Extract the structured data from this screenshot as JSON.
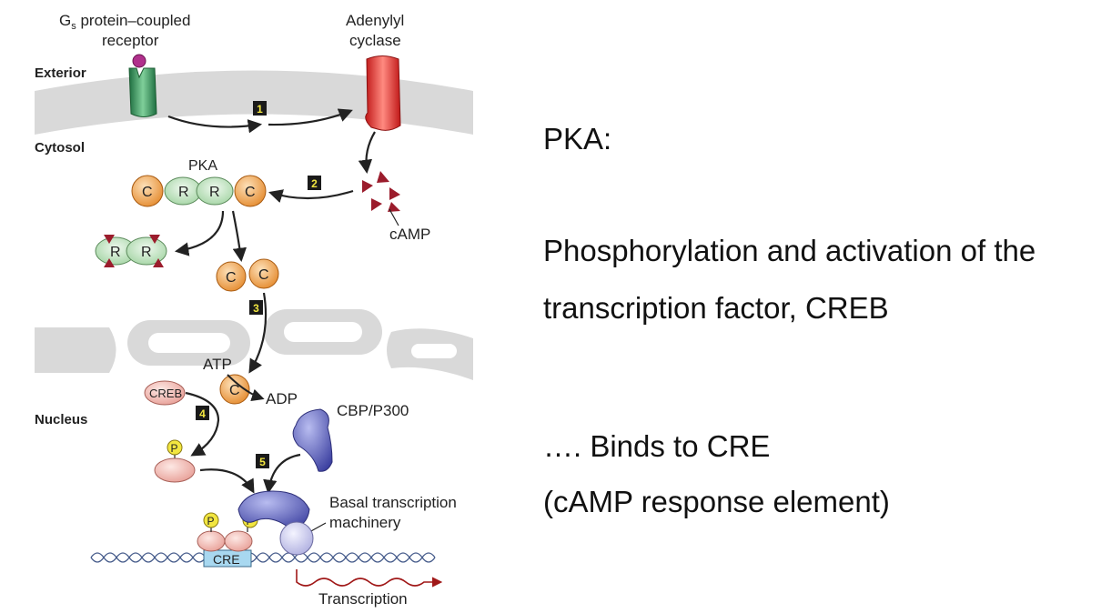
{
  "diagram": {
    "receptor_label_line1_main": "G",
    "receptor_label_line1_sub": "s",
    "receptor_label_line1_rest": " protein–coupled",
    "receptor_label_line2": "receptor",
    "cyclase_label_line1": "Adenylyl",
    "cyclase_label_line2": "cyclase",
    "region_exterior": "Exterior",
    "region_cytosol": "Cytosol",
    "region_nucleus": "Nucleus",
    "pka_label": "PKA",
    "camp_label": "cAMP",
    "subunit_c": "C",
    "subunit_r": "R",
    "atp_label": "ATP",
    "adp_label": "ADP",
    "creb_label": "CREB",
    "phospho_label": "P",
    "cbp_label": "CBP/P300",
    "basal_label_line1": "Basal transcription",
    "basal_label_line2": "machinery",
    "cre_label": "CRE",
    "transcription_label": "Transcription",
    "steps": [
      "1",
      "2",
      "3",
      "4",
      "5"
    ]
  },
  "text": {
    "line1": "PKA:",
    "line2": "Phosphorylation and activation of the",
    "line3": "transcription factor, CREB",
    "line4": "…. Binds to CRE",
    "line5": "(cAMP response element)"
  },
  "colors": {
    "receptor": "#2e8b57",
    "cyclase": "#e03030",
    "camp": "#9b1c2c",
    "catalytic": "#f0a050",
    "regulatory": "#b8e0b8",
    "creb": "#f4b8b0",
    "phosphate": "#f2e640",
    "cbp": "#5a5fb0",
    "basal": "#c8c8f0",
    "cre_box": "#a8d8f0",
    "membrane": "#d8d8d8",
    "transcript": "#a01818"
  }
}
